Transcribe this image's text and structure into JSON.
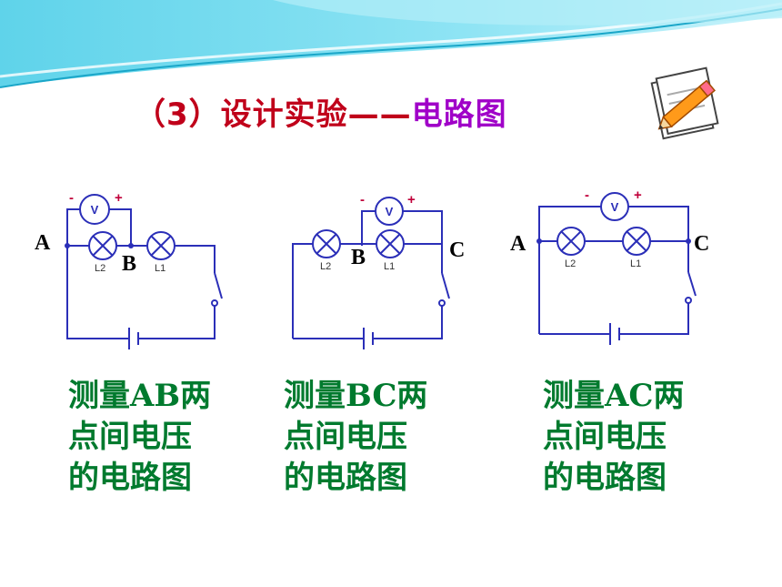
{
  "title": {
    "main": "（3）设计实验——",
    "accent": "电路图"
  },
  "colors": {
    "title": "#c0001a",
    "accent": "#a000c8",
    "caption": "#007a2e",
    "wire": "#2b2fb8"
  },
  "circuits": [
    {
      "points": [
        "A",
        "B"
      ],
      "lamps": [
        "L2",
        "L1"
      ],
      "meter": "V",
      "minus": "-",
      "plus": "+",
      "caption": [
        "测量AB两",
        "点间电压",
        "的电路图"
      ]
    },
    {
      "points": [
        "B",
        "C"
      ],
      "lamps": [
        "L2",
        "L1"
      ],
      "meter": "V",
      "minus": "-",
      "plus": "+",
      "caption": [
        "测量BC两",
        "点间电压",
        "的电路图"
      ]
    },
    {
      "points": [
        "A",
        "C"
      ],
      "lamps": [
        "L2",
        "L1"
      ],
      "meter": "V",
      "minus": "-",
      "plus": "+",
      "caption": [
        "测量AC两",
        "点间电压",
        "的电路图"
      ]
    }
  ]
}
